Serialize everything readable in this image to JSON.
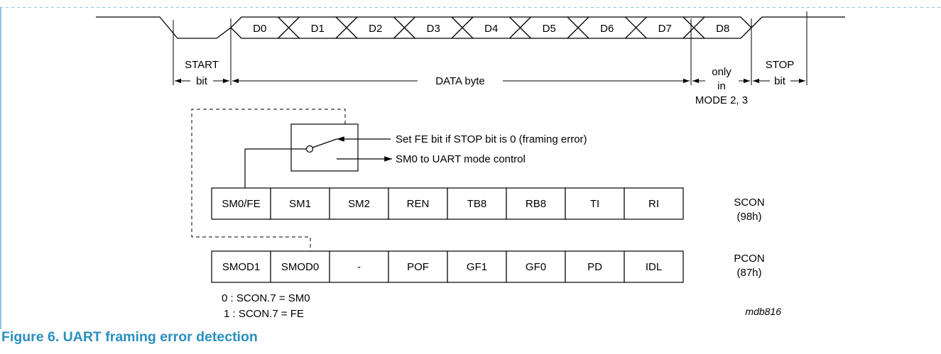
{
  "timing": {
    "data_bits": [
      "D0",
      "D1",
      "D2",
      "D3",
      "D4",
      "D5",
      "D6",
      "D7",
      "D8"
    ],
    "start_label_1": "START",
    "start_label_2": "bit",
    "data_label": "DATA byte",
    "only_label_1": "only",
    "only_label_2": "in",
    "only_label_3": "MODE 2, 3",
    "stop_label_1": "STOP",
    "stop_label_2": "bit"
  },
  "switch": {
    "note_fe": "Set FE bit if STOP bit is 0 (framing error)",
    "note_sm0": "SM0 to UART mode control"
  },
  "scon": {
    "cells": [
      "SM0/FE",
      "SM1",
      "SM2",
      "REN",
      "TB8",
      "RB8",
      "TI",
      "RI"
    ],
    "name": "SCON",
    "addr": "(98h)"
  },
  "pcon": {
    "cells": [
      "SMOD1",
      "SMOD0",
      "-",
      "POF",
      "GF1",
      "GF0",
      "PD",
      "IDL"
    ],
    "name": "PCON",
    "addr": "(87h)"
  },
  "smod0_notes": {
    "line0": "0 : SCON.7 = SM0",
    "line1": "1 : SCON.7 = FE"
  },
  "figure_id": "mdb816",
  "caption": "Figure 6.  UART framing error detection",
  "colors": {
    "caption": "#2a8fbf",
    "border": "#8ec5e2"
  }
}
